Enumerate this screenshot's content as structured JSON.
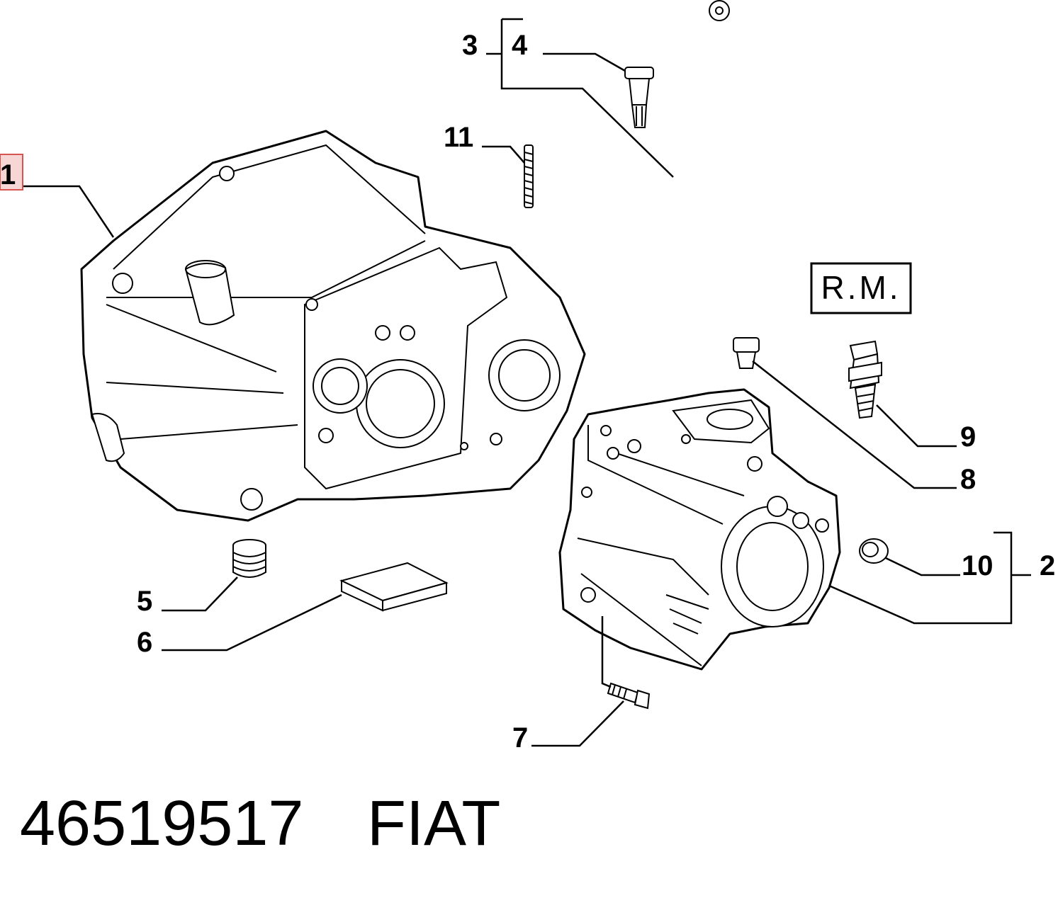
{
  "callouts": {
    "c1": "1",
    "c2": "2",
    "c3": "3",
    "c4": "4",
    "c5": "5",
    "c6": "6",
    "c7": "7",
    "c8": "8",
    "c9": "9",
    "c10": "10",
    "c11": "11"
  },
  "rm_box": "R.M.",
  "part_number": "46519517",
  "brand": "FIAT",
  "colors": {
    "ink": "#000000",
    "highlight_border": "#d9534f",
    "highlight_fill": "#f7d6d6"
  }
}
